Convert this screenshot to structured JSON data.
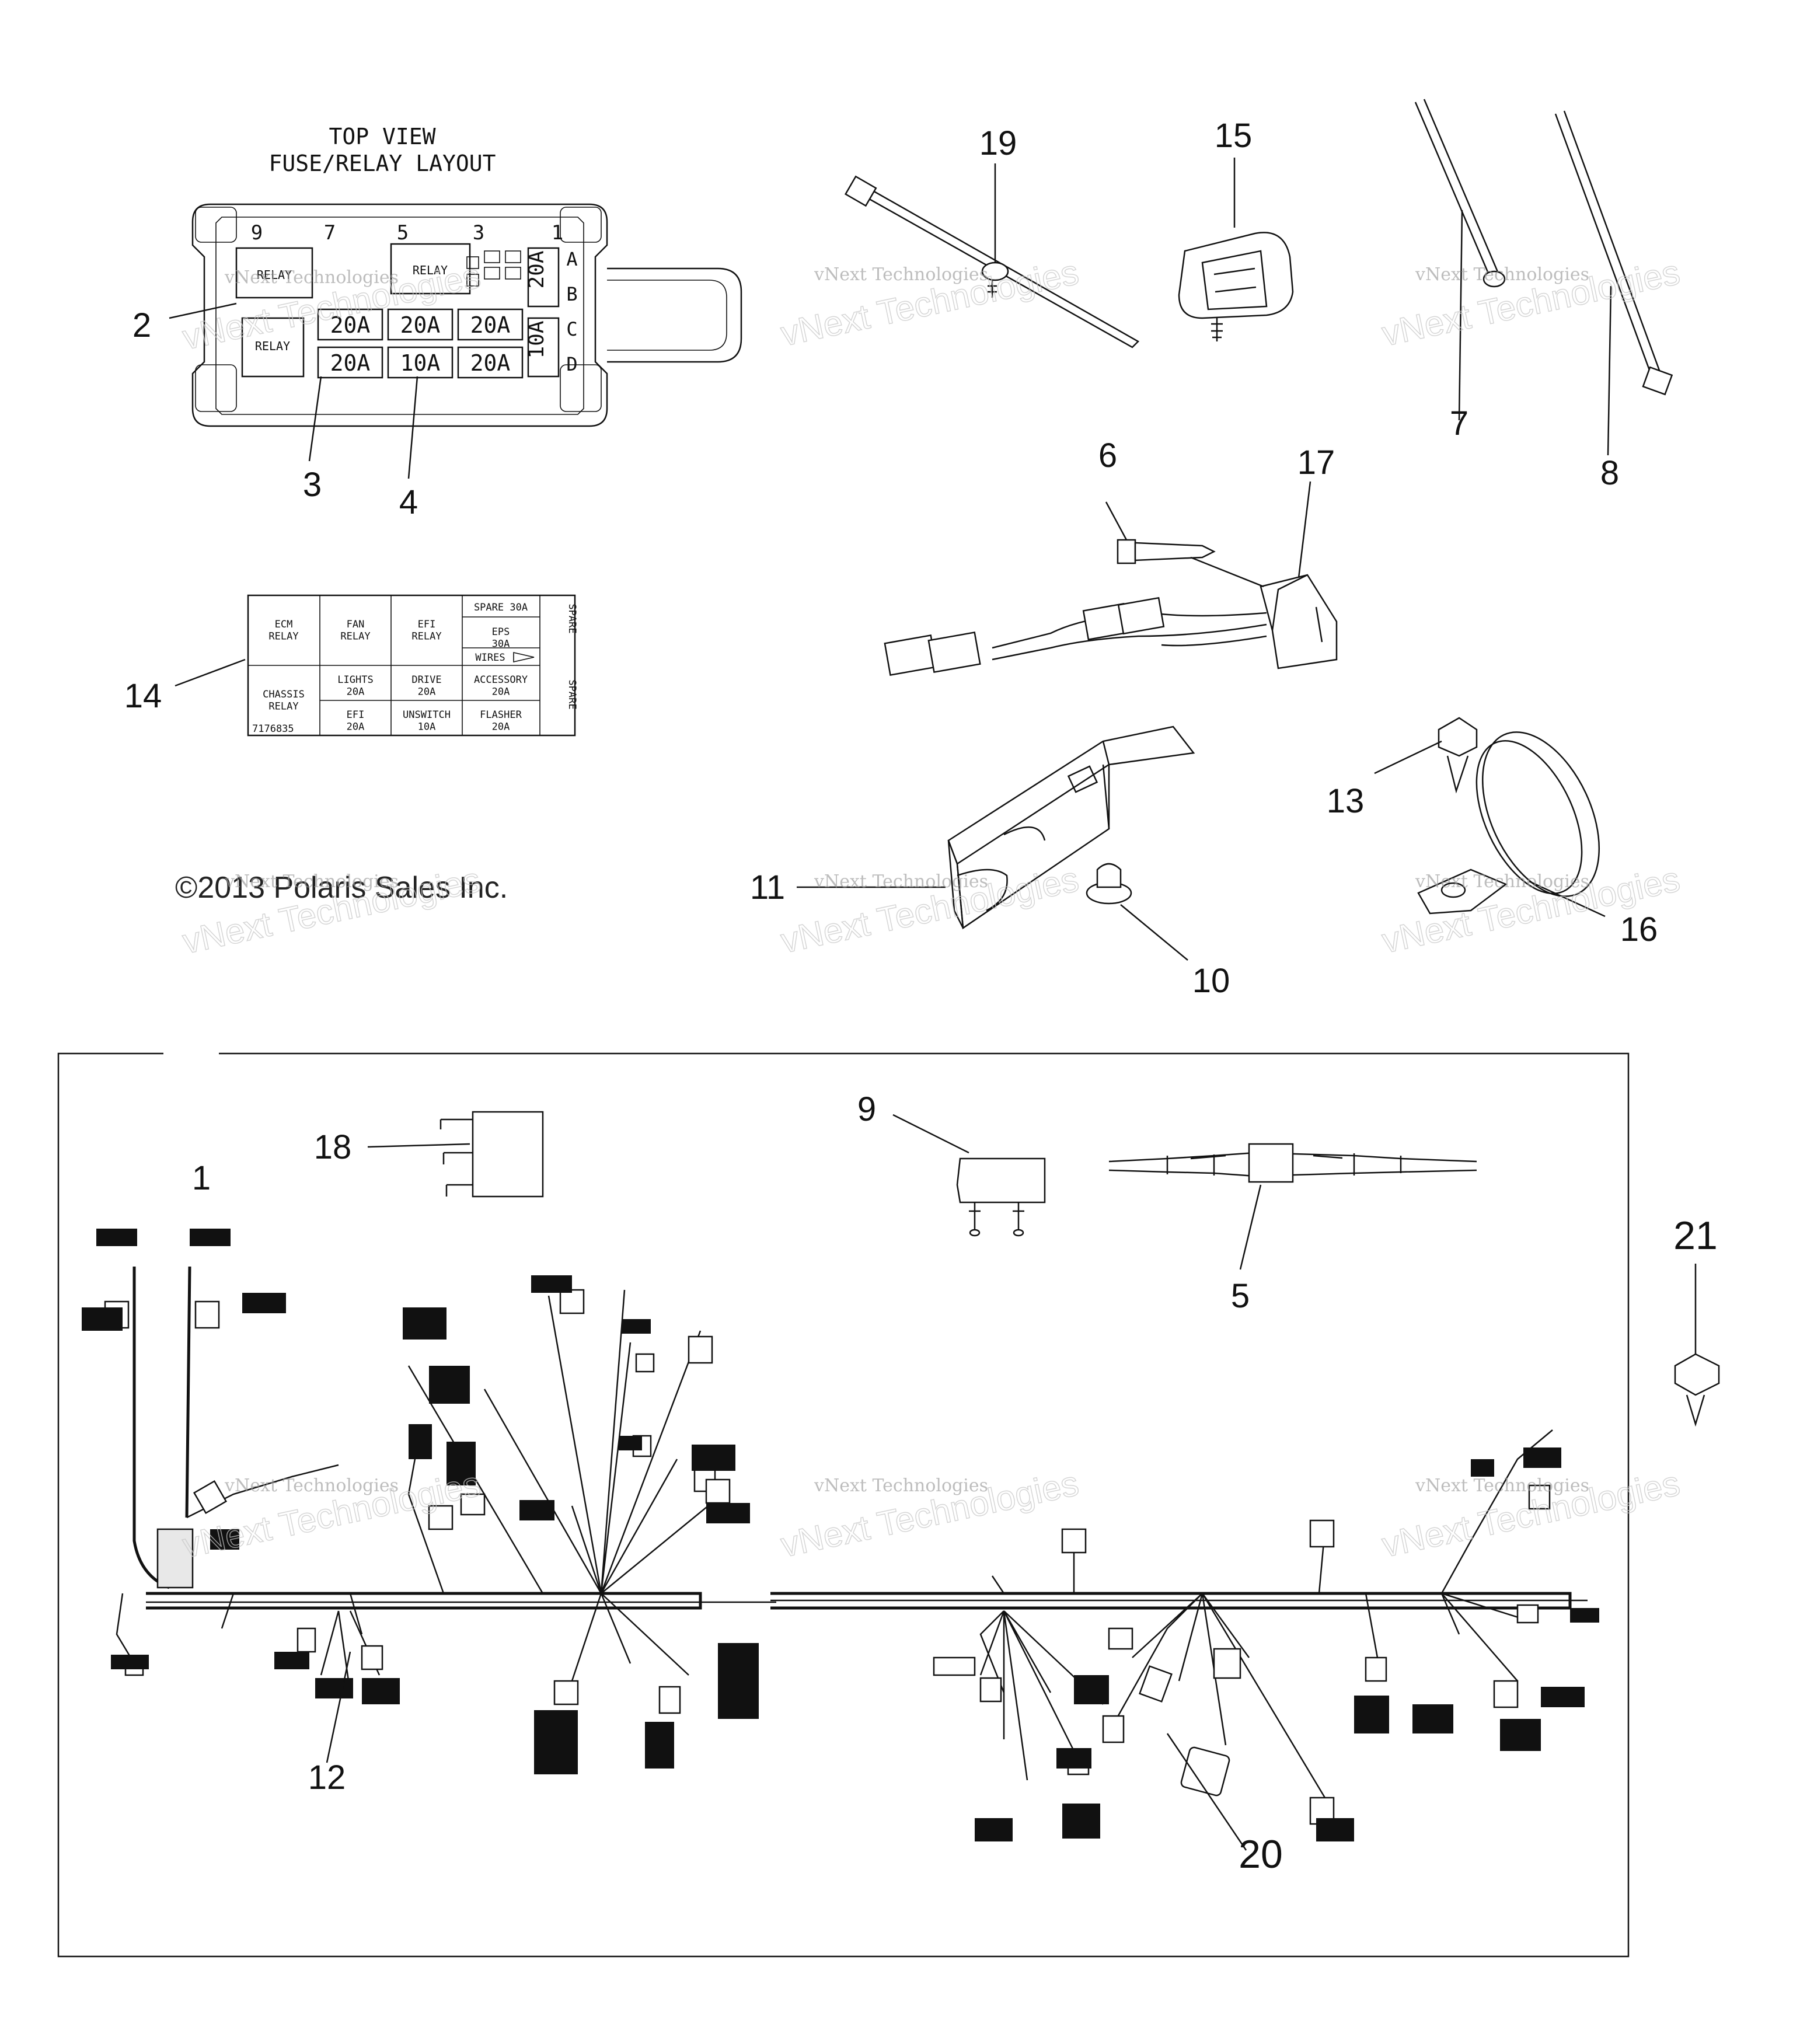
{
  "fuse_box": {
    "heading_line1": "TOP VIEW",
    "heading_line2": "FUSE/RELAY LAYOUT",
    "column_numbers": [
      "9",
      "7",
      "5",
      "3",
      "1"
    ],
    "row_letters": [
      "A",
      "B",
      "C",
      "D"
    ],
    "relay_label": "RELAY",
    "fuse_row1": [
      "20A",
      "20A",
      "20A"
    ],
    "fuse_row2": [
      "20A",
      "10A",
      "20A"
    ],
    "side_fuse_top": "20A",
    "side_fuse_bottom": "10A"
  },
  "label_card": {
    "cells": {
      "ecm_relay": "ECM\nRELAY",
      "fan_relay": "FAN\nRELAY",
      "efi_relay": "EFI\nRELAY",
      "spare_30a": "SPARE 30A",
      "eps_30a": "EPS\n30A",
      "wires": "WIRES",
      "chassis_relay": "CHASSIS\nRELAY",
      "lights_20a": "LIGHTS\n20A",
      "drive_20a": "DRIVE\n20A",
      "accessory_20a": "ACCESSORY\n20A",
      "efi_20a": "EFI\n20A",
      "unswitch_10a": "UNSWITCH\n10A",
      "flasher_20a": "FLASHER\n20A",
      "spare_vertical": "SPARE"
    },
    "part_number": "7176835"
  },
  "copyright": "©2013 Polaris Sales Inc.",
  "watermark": {
    "small": "vNext Technologies",
    "big": "vNext Technologies"
  },
  "callouts": {
    "c1": "1",
    "c2": "2",
    "c3": "3",
    "c4": "4",
    "c5": "5",
    "c6": "6",
    "c7": "7",
    "c8": "8",
    "c9": "9",
    "c10": "10",
    "c11": "11",
    "c12": "12",
    "c13": "13",
    "c14": "14",
    "c15": "15",
    "c16": "16",
    "c17": "17",
    "c18": "18",
    "c19": "19",
    "c20": "20",
    "c21": "21"
  }
}
